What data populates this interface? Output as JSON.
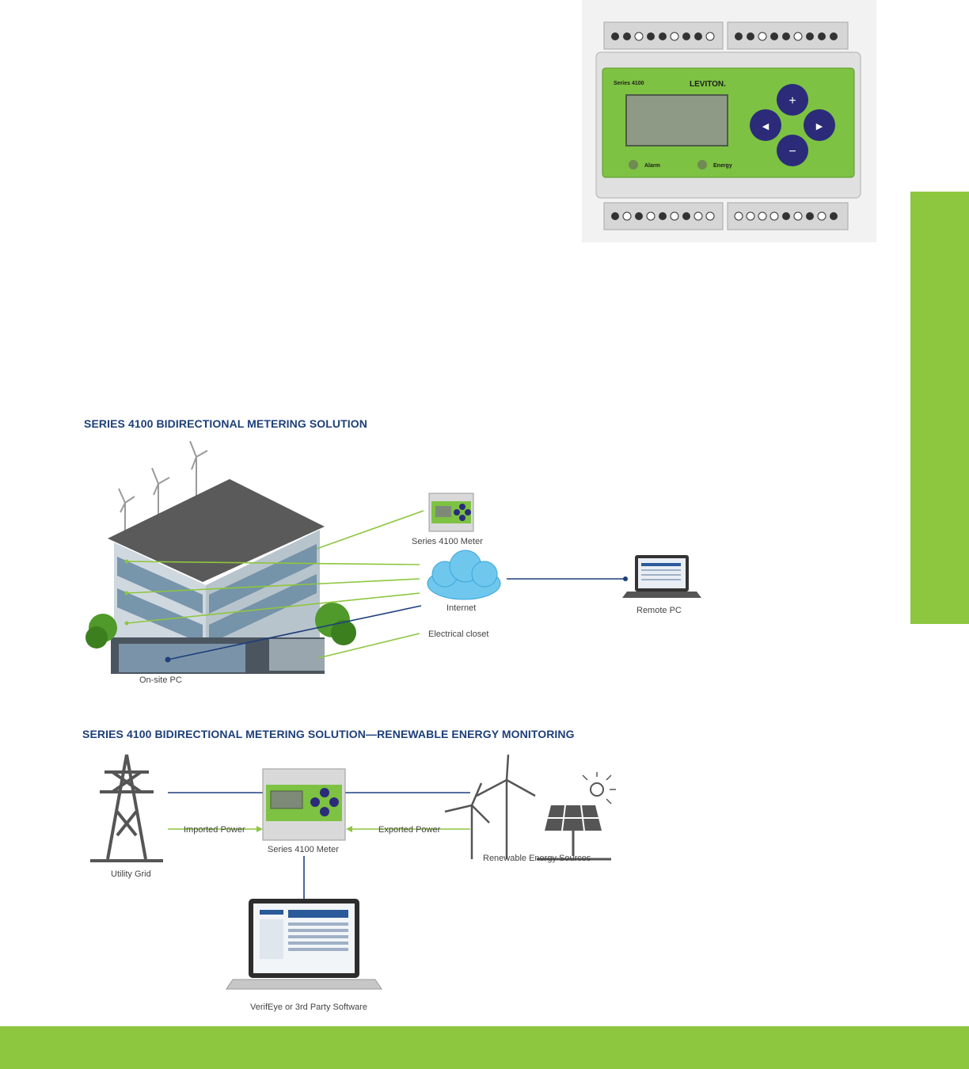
{
  "meter_photo": {
    "series_label": "Series 4100",
    "brand": "LEVITON.",
    "alarm_label": "Alarm",
    "energy_label": "Energy",
    "btn_up": "+",
    "btn_down": "−",
    "btn_left": "◀",
    "btn_right": "▶"
  },
  "diagram1": {
    "title": "SERIES 4100 BIDIRECTIONAL METERING SOLUTION",
    "meter_label": "Series 4100 Meter",
    "internet_label": "Internet",
    "remote_pc_label": "Remote PC",
    "closet_label": "Electrical closet",
    "onsite_pc_label": "On-site PC"
  },
  "diagram2": {
    "title": "SERIES 4100 BIDIRECTIONAL METERING SOLUTION—RENEWABLE ENERGY MONITORING",
    "grid_label": "Utility Grid",
    "imported_label": "Imported Power",
    "meter_label": "Series 4100 Meter",
    "exported_label": "Exported Power",
    "renewable_label": "Renewable Energy Sources",
    "software_label": "VerifEye or 3rd Party Software"
  },
  "colors": {
    "accent_green": "#8dc63f",
    "title_blue": "#1d3f7a",
    "meter_green": "#7dc242",
    "button_navy": "#2b2b7a"
  }
}
